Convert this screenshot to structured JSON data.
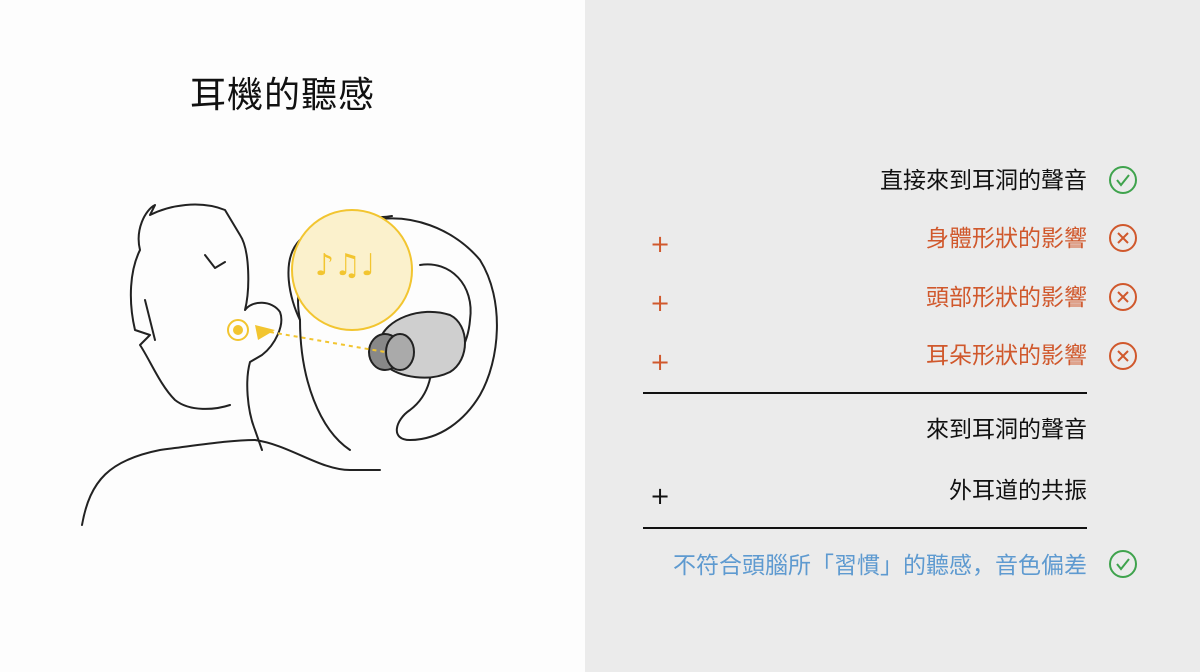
{
  "title": "耳機的聽感",
  "colors": {
    "check": "#3fa34d",
    "cross": "#d0582c",
    "orange_text": "#d0582c",
    "blue_text": "#5e9ad0",
    "note_circle": "#f2c530"
  },
  "rows": [
    {
      "text": "直接來到耳洞的聲音",
      "prefix": "",
      "icon": "check-circle-icon"
    },
    {
      "text": "身體形狀的影響",
      "prefix": "+",
      "icon": "cross-circle-icon"
    },
    {
      "text": "頭部形狀的影響",
      "prefix": "+",
      "icon": "cross-circle-icon"
    },
    {
      "text": "耳朵形狀的影響",
      "prefix": "+",
      "icon": "cross-circle-icon"
    },
    {
      "text": "來到耳洞的聲音",
      "prefix": "",
      "icon": ""
    },
    {
      "text": "外耳道的共振",
      "prefix": "+",
      "icon": ""
    },
    {
      "text": "不符合頭腦所「習慣」的聽感，音色偏差",
      "prefix": "",
      "icon": "check-circle-icon"
    }
  ]
}
